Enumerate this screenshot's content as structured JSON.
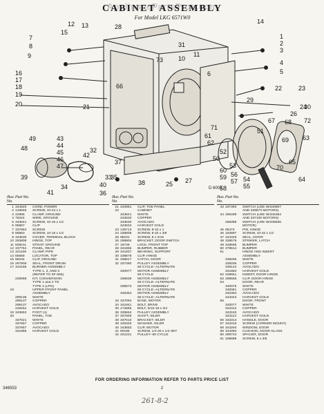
{
  "header": {
    "watermark": "AppliancePartsPros.com",
    "title": "CABINET ASSEMBLY",
    "subtitle": "For Model LKG 6571W0"
  },
  "diagram": {
    "code": "D 6003",
    "callouts": [
      "1",
      "2",
      "3",
      "4",
      "5",
      "6",
      "7",
      "8",
      "9",
      "10",
      "11",
      "12",
      "13",
      "14",
      "15",
      "16",
      "17",
      "18",
      "19",
      "20",
      "21",
      "22",
      "23",
      "24",
      "25",
      "26",
      "27",
      "28",
      "29",
      "30",
      "31",
      "32",
      "33",
      "34",
      "35",
      "36",
      "37",
      "38",
      "39",
      "40",
      "41",
      "42",
      "43",
      "44",
      "45",
      "46",
      "47",
      "48",
      "49",
      "50",
      "51",
      "52",
      "53",
      "54",
      "55",
      "56",
      "57",
      "58",
      "59",
      "60",
      "61",
      "62",
      "63",
      "64",
      "65",
      "66",
      "67",
      "68",
      "69",
      "70",
      "71",
      "72",
      "73"
    ]
  },
  "table_headers": {
    "no": "Illus. No.",
    "part": "Part No.",
    "desc": ""
  },
  "columns": [
    [
      [
        "1",
        "344520",
        "CORD, POWER"
      ],
      [
        "2",
        "133845",
        "SCREW, 10-24 x 1"
      ],
      [
        "3",
        "22965",
        "CLAMP, GROUND"
      ],
      [
        "4",
        "76224",
        "WIRE, GROUND"
      ],
      [
        "5",
        "343641",
        "SCREW, 10-16 x 1/2"
      ],
      [
        "6",
        "95967",
        "CLIP"
      ],
      [
        "7",
        "337684",
        "SCREW"
      ],
      [
        "8",
        "95863",
        "SCREW, 10-16 x 1/2"
      ],
      [
        "9",
        "343630",
        "COVER, TERMINAL BLOCK"
      ],
      [
        "10",
        "293808",
        "HINGE, TOP"
      ],
      [
        "11",
        "509211",
        "STRAP, GROUND"
      ],
      [
        "12",
        "337764",
        "PANEL, REAR"
      ],
      [
        "13",
        "341109",
        "CLAMP, PIPE"
      ],
      [
        "14",
        "85669",
        "LOCATOR, TOP"
      ],
      [
        "15",
        "96234",
        "CLIP, GROUND"
      ],
      [
        "16",
        "297906",
        "SEAL, FRONT DRUM"
      ],
      [
        "17",
        "343185",
        "BURNER ASSEMBLY"
      ],
      [
        "",
        "",
        "TYPE 1, 2, AND 3"
      ],
      [
        "",
        "",
        "(REFER TO SF-555)"
      ],
      [
        "",
        "229068",
        "KIT, CONVERSION"
      ],
      [
        "",
        "",
        "TYPE 1 and 2 TO"
      ],
      [
        "",
        "",
        "TYPE 4 (LPG)"
      ],
      [
        "18",
        "",
        "UPPER FRONT PANEL"
      ],
      [
        "",
        "",
        "ASSEMBLY"
      ],
      [
        "",
        "299135",
        "WHITE"
      ],
      [
        "",
        "299137",
        "COPPER"
      ],
      [
        "",
        "299137",
        "AVOCADO"
      ],
      [
        "",
        "229264",
        "HARVEST GOLD"
      ],
      [
        "19",
        "343653",
        "FOOT (4)"
      ],
      [
        "20",
        "",
        "PANEL, TOE"
      ],
      [
        "",
        "337621",
        "WHITE"
      ],
      [
        "",
        "337657",
        "COPPER"
      ],
      [
        "",
        "337657",
        "AVOCADO"
      ],
      [
        "",
        "341865",
        "HARVEST GOLD"
      ]
    ],
    [
      [
        "21",
        "343961",
        "CLIP, TOE PANEL"
      ],
      [
        "22",
        "",
        "CABINET"
      ],
      [
        "",
        "343621",
        "WHITE"
      ],
      [
        "",
        "343633",
        "COPPER"
      ],
      [
        "",
        "343630",
        "AVOCADO"
      ],
      [
        "",
        "343634",
        "HARVEST GOLD"
      ],
      [
        "23",
        "135713",
        "SCREW, 8-32 x 1"
      ],
      [
        "24",
        "338805",
        "SCREW, 8-32 x 3/8"
      ],
      [
        "25",
        "98231",
        "SCREW, 8 x 3/16"
      ],
      [
        "26",
        "299904",
        "BRACKET, DOOR SWITCH"
      ],
      [
        "27",
        "16746",
        "LOCK, FRONT TOP"
      ],
      [
        "28",
        "341855",
        "BUMPER, RUBBER"
      ],
      [
        "29",
        "341937",
        "BEARING, SUPPORT"
      ],
      [
        "30",
        "338878",
        "CLIP, HINGE"
      ],
      [
        "31",
        "338617",
        "CATCH, DOOR"
      ],
      [
        "32",
        "337460",
        "PULLEY ASSEMBLY"
      ],
      [
        "",
        "",
        "60 CYCLE--ALTERNATE"
      ],
      [
        "",
        "340977",
        "MOTOR ASSEMBLY"
      ],
      [
        "",
        "",
        "60 CYCLE"
      ],
      [
        "",
        "339636",
        "MOTOR ASSEMBLY"
      ],
      [
        "",
        "",
        "60 CYCLE--ALTERNATE"
      ],
      [
        "",
        "339673",
        "MOTOR ASSEMBLY"
      ],
      [
        "",
        "",
        "60 CYCLE--ALTERNATE"
      ],
      [
        "",
        "345354",
        "MOTOR ASSEMBLY"
      ],
      [
        "",
        "",
        "60 CYCLE--ALTERNATE"
      ],
      [
        "33",
        "337094",
        "BASE, MOTOR"
      ],
      [
        "34",
        "341841",
        "BOLT, DRIVE"
      ],
      [
        "35",
        "172665",
        "BOLT, 5/16-18 x 3/4"
      ],
      [
        "36",
        "339664",
        "PULLEY ASSEMBLY"
      ],
      [
        "37",
        "337609",
        "SHAFT, IDLER"
      ],
      [
        "38",
        "337610",
        "BRACKET, IDLER"
      ],
      [
        "39",
        "345325",
        "WASHER, IDLER"
      ],
      [
        "40",
        "343653",
        "CLIP, MOTOR"
      ],
      [
        "41",
        "90195",
        "SCREW, 1/4-20 x 1/4 SET"
      ],
      [
        "42",
        "341221",
        "PULLEY--60 CYCLE"
      ]
    ],
    [
      [
        "43",
        "337393",
        "SWITCH (USE W/340907"
      ],
      [
        "",
        "",
        "AND 339673 MOTORS)"
      ],
      [
        "44",
        "295499",
        "SWITCH (USE W/345354"
      ],
      [
        "",
        "",
        "AND 337100 MOTORS)"
      ],
      [
        "",
        "298399",
        "SWITCH (USE W/339636"
      ],
      [
        "",
        "",
        "MOTOR)"
      ],
      [
        "45",
        "95474",
        "PIN, HINGE"
      ],
      [
        "46",
        "163897",
        "SCREW, 10-32 x 1/2"
      ],
      [
        "47",
        "344326",
        "SEAL, DOOR"
      ],
      [
        "48",
        "338576",
        "STRIKER, LATCH"
      ],
      [
        "49",
        "348595",
        "BUMPER"
      ],
      [
        "50",
        "378614",
        "BUMPER"
      ],
      [
        "51",
        "",
        "HINGE AND INSERT"
      ],
      [
        "",
        "",
        "ASSEMBLY"
      ],
      [
        "",
        "338266",
        "WHITE"
      ],
      [
        "",
        "338206",
        "COPPER"
      ],
      [
        "",
        "339124",
        "AVOCADO"
      ],
      [
        "",
        "341863",
        "HARVEST GOLD"
      ],
      [
        "52",
        "339651",
        "INSERT, DOOR HINGE"
      ],
      [
        "53",
        "298556",
        "CLIP, DOOR HINGE"
      ],
      [
        "54",
        "",
        "DOOR, REAR"
      ],
      [
        "",
        "340075",
        "WHITE"
      ],
      [
        "",
        "340061",
        "COPPER"
      ],
      [
        "",
        "340364",
        "AVOCADO"
      ],
      [
        "",
        "343343",
        "HARVEST GOLD"
      ],
      [
        "55",
        "",
        "DOOR, FRONT"
      ],
      [
        "",
        "340077",
        "WHITE"
      ],
      [
        "",
        "342312",
        "COPPER"
      ],
      [
        "",
        "343153",
        "AVOCADO"
      ],
      [
        "",
        "343113",
        "HARVEST GOLD"
      ],
      [
        "56",
        "343314",
        "HANDLE, DOOR"
      ],
      [
        "57",
        "343316",
        "SCREW (CORNER MOUNT)"
      ],
      [
        "58",
        "343294",
        "WINDOW, DOOR"
      ],
      [
        "59",
        "344050",
        "CUSHION, DOOR GLASS"
      ],
      [
        "60",
        "299743",
        "SPACER, DOOR"
      ],
      [
        "61",
        "338888",
        "SCREW, 8 x 3/8"
      ]
    ]
  ],
  "footer": {
    "note": "FOR ORDERING INFORMATION REFER TO PARTS PRICE LIST",
    "page": "2",
    "form": "346553",
    "handwritten": "261-8-2"
  }
}
